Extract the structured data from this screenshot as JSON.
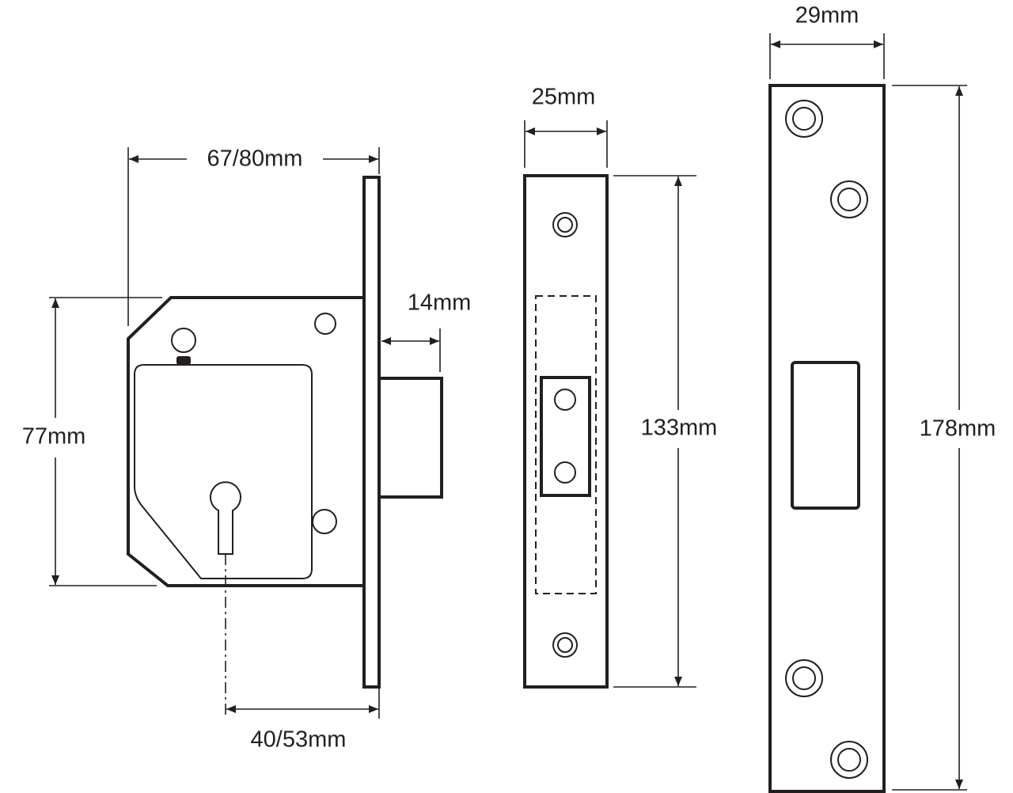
{
  "dimensions": {
    "lock_width": "67/80mm",
    "lock_height": "77mm",
    "bolt_throw": "14mm",
    "backset": "40/53mm",
    "faceplate_width": "25mm",
    "faceplate_height": "133mm",
    "strike_width": "29mm",
    "strike_height": "178mm"
  },
  "colors": {
    "line": "#231f20",
    "background": "#ffffff"
  }
}
